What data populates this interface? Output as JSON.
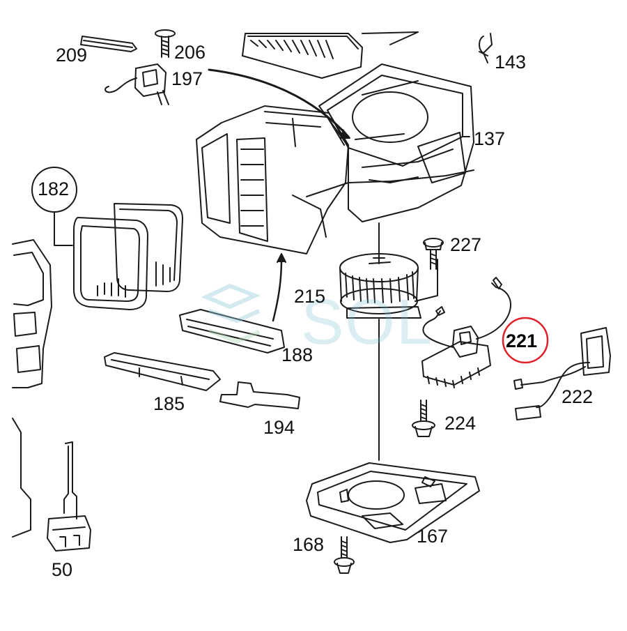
{
  "diagram": {
    "labels": {
      "p209": "209",
      "p206": "206",
      "p197": "197",
      "p143": "143",
      "p137": "137",
      "p182": "182",
      "p227": "227",
      "p215": "215",
      "p221": "221",
      "p188": "188",
      "p222": "222",
      "p185": "185",
      "p224": "224",
      "p194": "194",
      "p167": "167",
      "p168": "168",
      "p50": "50"
    },
    "highlighted_part": "221",
    "watermark": "SOL",
    "colors": {
      "line": "#1a1a1a",
      "highlight_circle": "#e0202a",
      "watermark": "#8ec9d8"
    }
  }
}
